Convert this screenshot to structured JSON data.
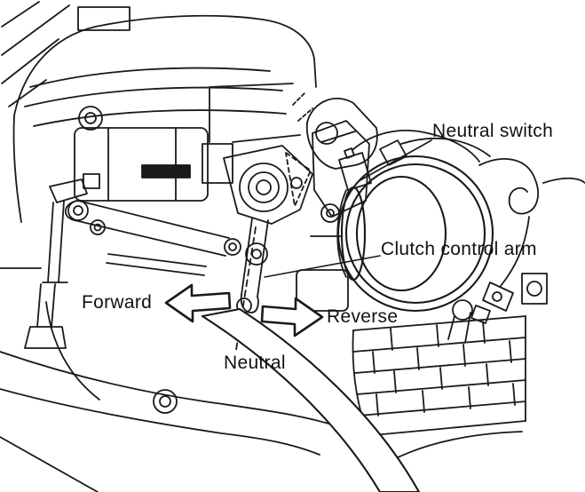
{
  "diagram": {
    "labels": {
      "neutral_switch": "Neutral switch",
      "clutch_control_arm": "Clutch control arm",
      "forward": "Forward",
      "reverse": "Reverse",
      "neutral": "Neutral"
    },
    "icons": {
      "forward_arrow": "left-block-arrow",
      "reverse_arrow": "right-block-arrow"
    },
    "colors": {
      "line": "#1a1a1a",
      "background": "#ffffff",
      "text": "#111111"
    }
  }
}
